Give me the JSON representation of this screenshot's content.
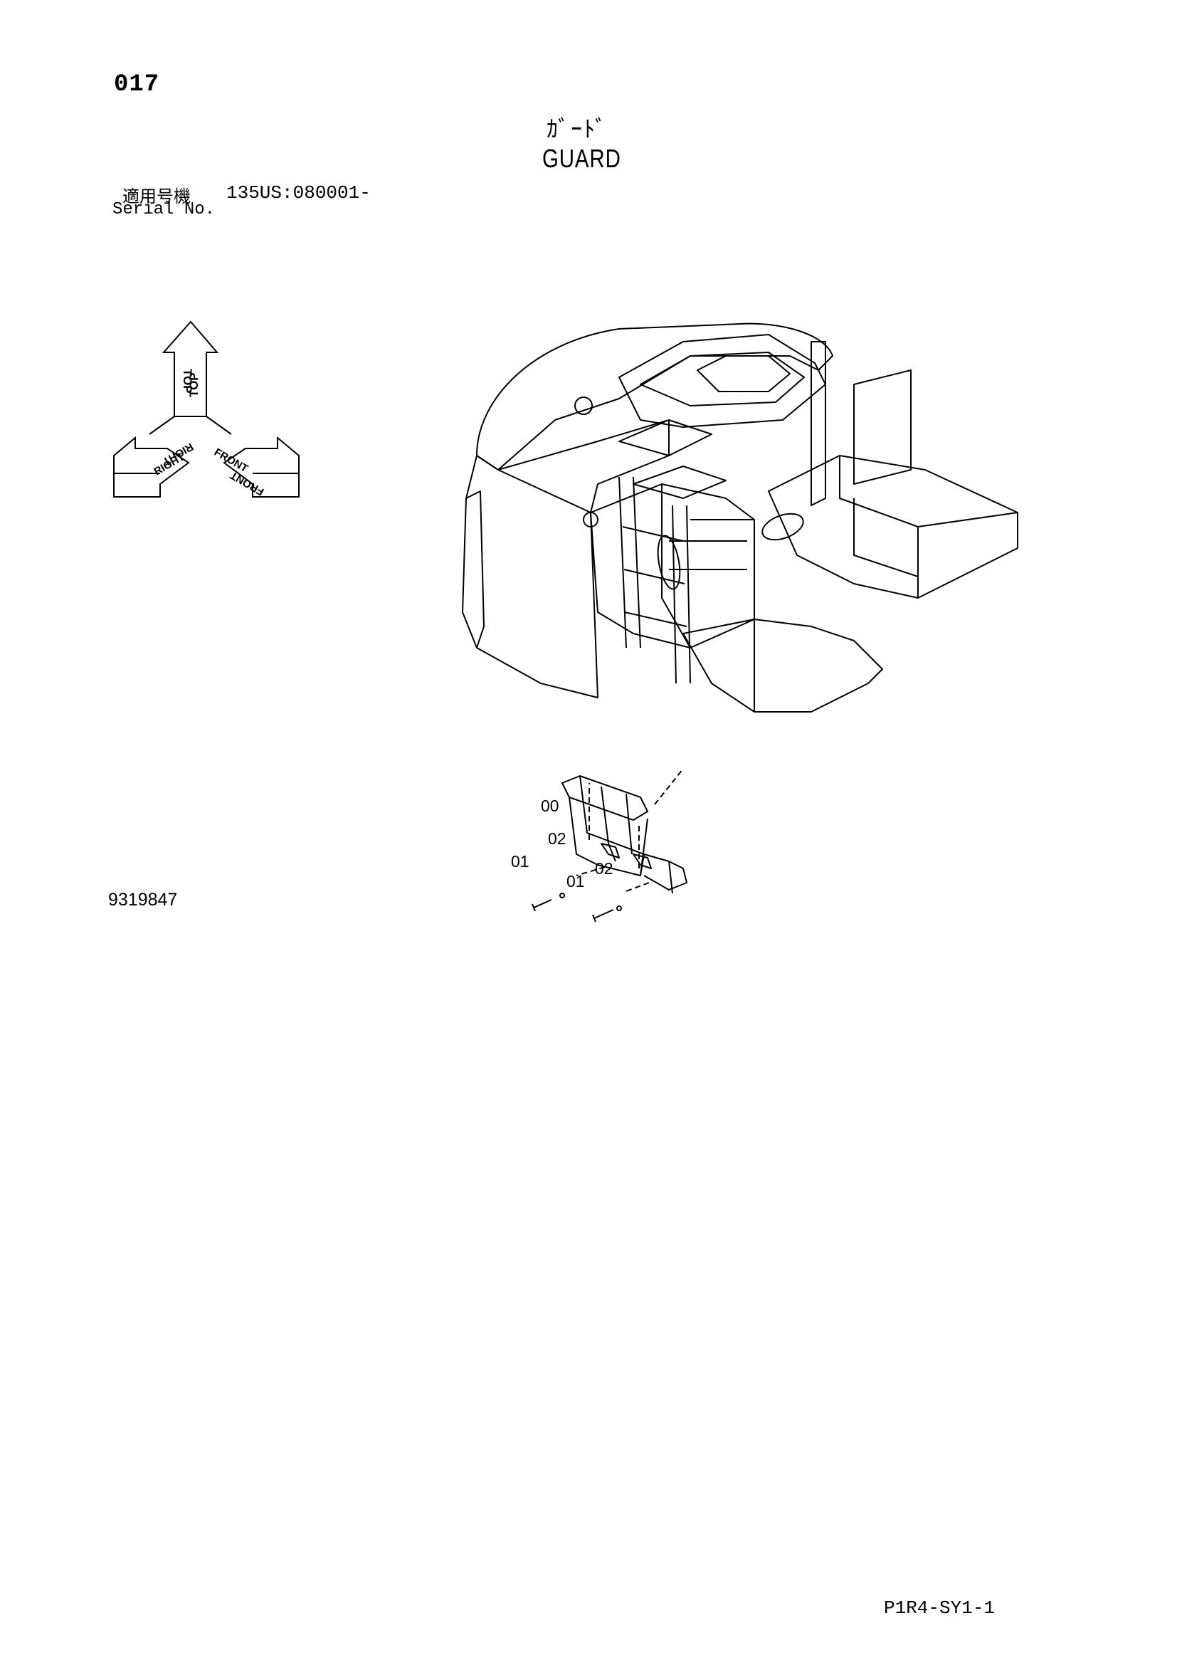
{
  "header": {
    "page_number": "017",
    "title_jp": "ｶﾞｰﾄﾞ",
    "title_en": "GUARD",
    "serial_label_jp": "適用号機",
    "serial_value": "135US:080001-",
    "serial_label_en": "Serial No."
  },
  "orientation": {
    "top": "TOP",
    "right": "RIGHT",
    "front": "FRONT"
  },
  "callouts": [
    {
      "id": "00",
      "label": "00"
    },
    {
      "id": "02a",
      "label": "02"
    },
    {
      "id": "01a",
      "label": "01"
    },
    {
      "id": "02b",
      "label": "02"
    },
    {
      "id": "01b",
      "label": "01"
    }
  ],
  "drawing_number": "9319847",
  "footer": {
    "code": "P1R4-SY1-1"
  }
}
